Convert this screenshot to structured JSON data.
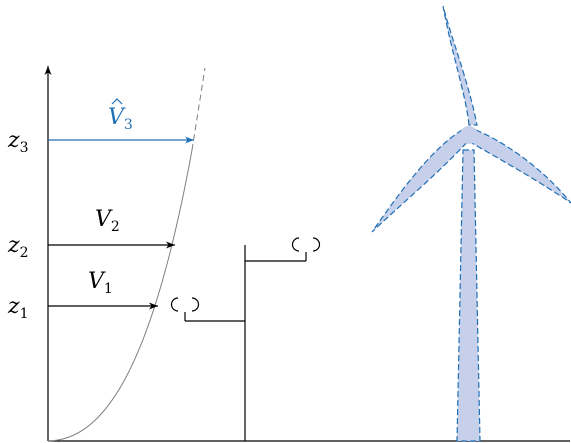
{
  "axis": {
    "levels": [
      {
        "base": "z",
        "sub": "3"
      },
      {
        "base": "z",
        "sub": "2"
      },
      {
        "base": "z",
        "sub": "1"
      }
    ]
  },
  "velocities": [
    {
      "base": "V",
      "sub": "1",
      "hat": false
    },
    {
      "base": "V",
      "sub": "2",
      "hat": false
    },
    {
      "base": "V",
      "sub": "3",
      "hat": true
    }
  ],
  "colors": {
    "accent": "#1f6fb5",
    "turbine_fill": "#c6d0ea",
    "turbine_outline": "#1f6fb5",
    "profile_line": "#808080",
    "ink": "#000000"
  },
  "icons": [
    "anemometer-icon",
    "anemometer-icon",
    "wind-turbine-icon"
  ]
}
